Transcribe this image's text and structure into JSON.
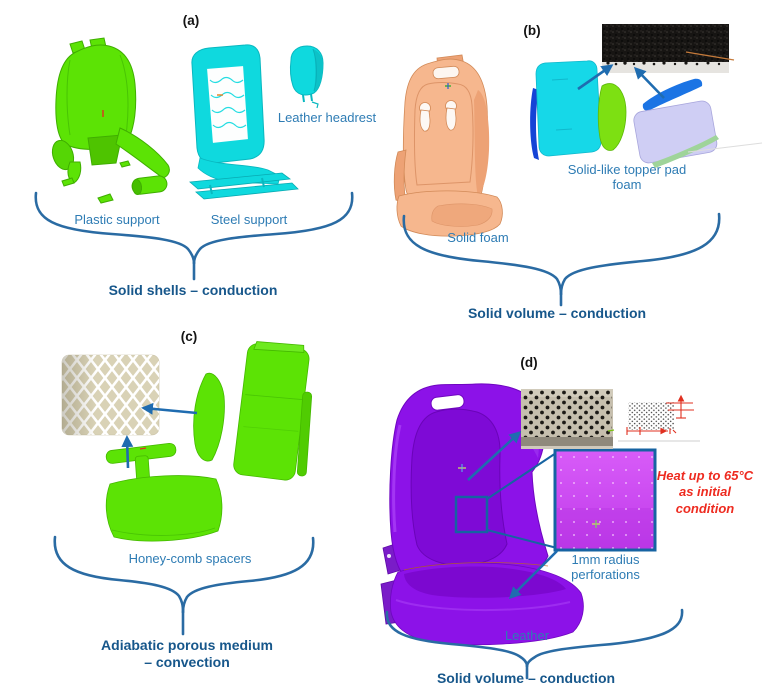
{
  "panels": {
    "a": {
      "tag": "(a)",
      "plastic_support": "Plastic support",
      "steel_support": "Steel support",
      "leather_headrest": "Leather headrest",
      "caption": "Solid shells – conduction"
    },
    "b": {
      "tag": "(b)",
      "solid_foam": "Solid foam",
      "topper_pad": "Solid-like topper pad foam",
      "caption": "Solid volume – conduction"
    },
    "c": {
      "tag": "(c)",
      "spacers": "Honey-comb spacers",
      "caption": "Adiabatic porous medium – convection"
    },
    "d": {
      "tag": "(d)",
      "perforations": "1mm radius perforations",
      "leather": "Leather",
      "heat_note": "Heat up to 65°C as initial condition",
      "caption": "Solid volume – conduction"
    }
  },
  "colors": {
    "label_blue": "#2e7cb4",
    "caption_blue": "#17578b",
    "brace_blue": "#2a6ba3",
    "arrow_blue": "#1f6cb0",
    "annotation_red": "#ee2b20",
    "plastic_green": "#5ce305",
    "steel_cyan": "#0fd9de",
    "foam_peach": "#f6b78e",
    "topper_cyan": "#16d8e8",
    "topper_green": "#7de012",
    "topper_blue": "#1b74e4",
    "topper_lavender": "#cfcef4",
    "leather_purple": "#8c12e8",
    "inset_magenta": "#cc4df2"
  }
}
